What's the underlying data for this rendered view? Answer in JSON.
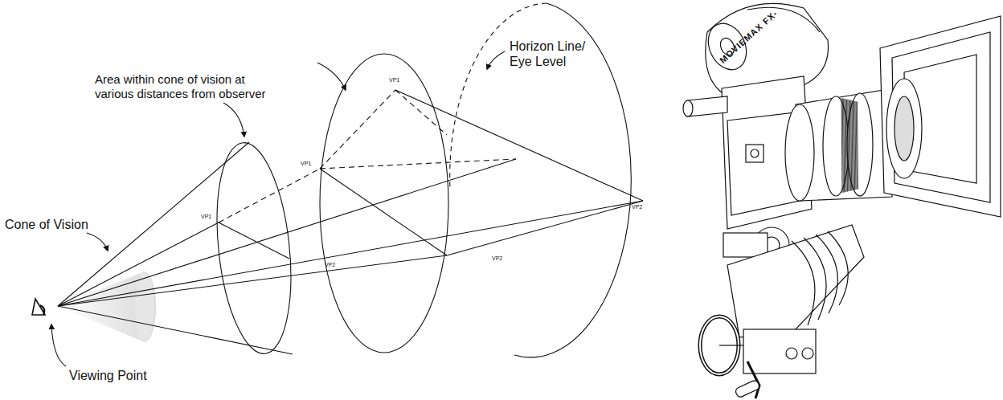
{
  "diagram": {
    "labels": [
      "Area within cone of vision at various distances from observer",
      "Horizon Line/ Eye Level",
      "Cone of Vision",
      "Viewing Point",
      "VP1",
      "VP1",
      "VP1",
      "VP2",
      "VP2",
      "VP2",
      "MOVIEMAX FX-"
    ]
  }
}
